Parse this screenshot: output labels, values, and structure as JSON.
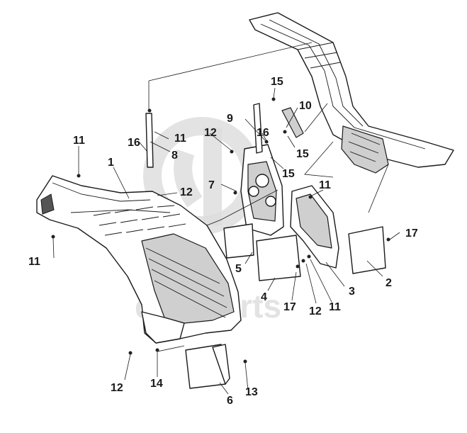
{
  "watermark": {
    "text": "dataparts"
  },
  "callouts": [
    {
      "id": "c11a",
      "label": "11"
    },
    {
      "id": "c1",
      "label": "1"
    },
    {
      "id": "c16a",
      "label": "16"
    },
    {
      "id": "c11b",
      "label": "11"
    },
    {
      "id": "c8",
      "label": "8"
    },
    {
      "id": "c12a",
      "label": "12"
    },
    {
      "id": "c12b",
      "label": "12"
    },
    {
      "id": "c15a",
      "label": "15"
    },
    {
      "id": "c9",
      "label": "9"
    },
    {
      "id": "c10",
      "label": "10"
    },
    {
      "id": "c16b",
      "label": "16"
    },
    {
      "id": "c15b",
      "label": "15"
    },
    {
      "id": "c15c",
      "label": "15"
    },
    {
      "id": "c7",
      "label": "7"
    },
    {
      "id": "c11c",
      "label": "11"
    },
    {
      "id": "c17a",
      "label": "17"
    },
    {
      "id": "c11d",
      "label": "11"
    },
    {
      "id": "c5",
      "label": "5"
    },
    {
      "id": "c2",
      "label": "2"
    },
    {
      "id": "c4",
      "label": "4"
    },
    {
      "id": "c3",
      "label": "3"
    },
    {
      "id": "c17b",
      "label": "17"
    },
    {
      "id": "c12c",
      "label": "12"
    },
    {
      "id": "c11e",
      "label": "11"
    },
    {
      "id": "c12d",
      "label": "12"
    },
    {
      "id": "c14",
      "label": "14"
    },
    {
      "id": "c13",
      "label": "13"
    },
    {
      "id": "c6",
      "label": "6"
    }
  ]
}
